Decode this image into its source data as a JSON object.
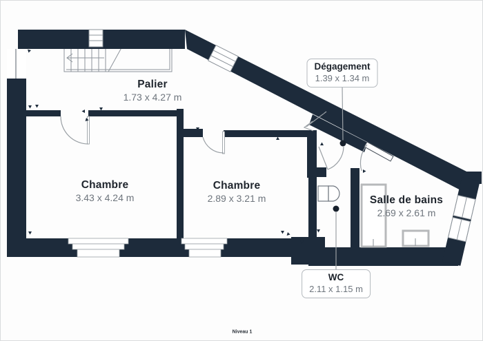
{
  "plan": {
    "level_label": "Niveau 1",
    "rooms": [
      {
        "name": "Palier",
        "dimensions": "1.73 x 4.27 m"
      },
      {
        "name": "Chambre",
        "dimensions": "3.43 x 4.24 m"
      },
      {
        "name": "Chambre",
        "dimensions": "2.89 x 3.21 m"
      },
      {
        "name": "Salle de bains",
        "dimensions": "2.69 x 2.61 m"
      }
    ],
    "callouts": [
      {
        "name": "Dégagement",
        "dimensions": "1.39 x 1.34 m"
      },
      {
        "name": "WC",
        "dimensions": "2.11 x 1.15 m"
      }
    ],
    "colors": {
      "wall": "#1d2b3b",
      "outline": "#9aa0a5",
      "fixture_frame": "#b7b9bb",
      "title_text": "#20262e",
      "dim_text": "#6e757d",
      "marker_dot": "#17202c"
    }
  }
}
